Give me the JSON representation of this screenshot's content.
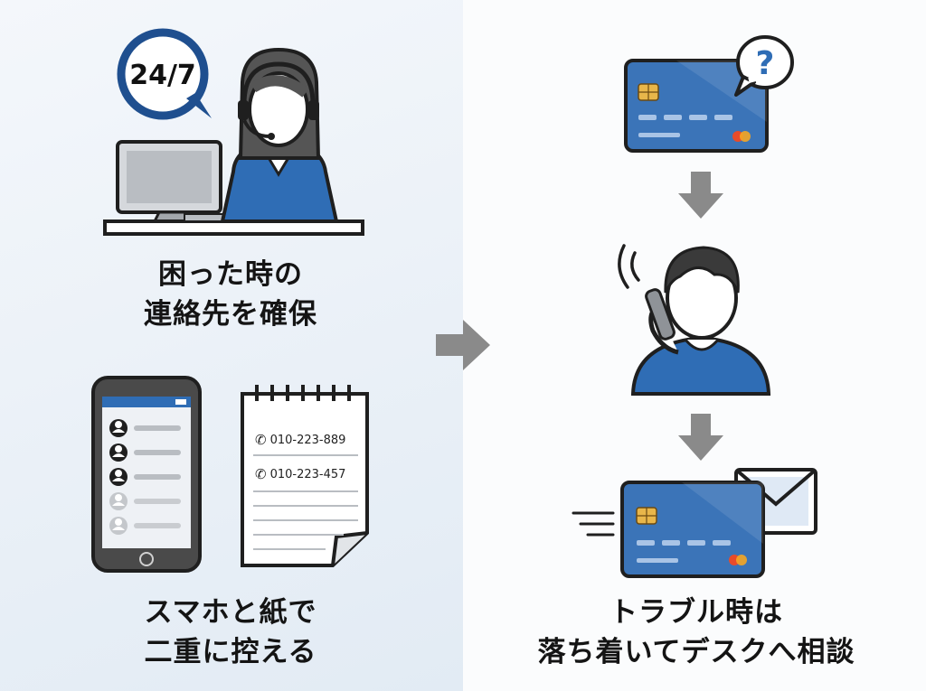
{
  "support": {
    "badge": "24/7",
    "caption_line1": "困った時の",
    "caption_line2": "連絡先を確保"
  },
  "backup": {
    "phone_number_1": "010-223-889",
    "phone_number_2": "010-223-457",
    "caption_line1": "スマホと紙で",
    "caption_line2": "二重に控える"
  },
  "trouble": {
    "question_mark": "?",
    "caption_line1": "トラブル時は",
    "caption_line2": "落ち着いてデスクへ相談"
  },
  "colors": {
    "brand_blue": "#2f6db5",
    "card_blue": "#3b74b8",
    "outline": "#1f1f1f",
    "arrow_gray": "#8a8a8a",
    "chip_gold": "#e8b64a"
  }
}
